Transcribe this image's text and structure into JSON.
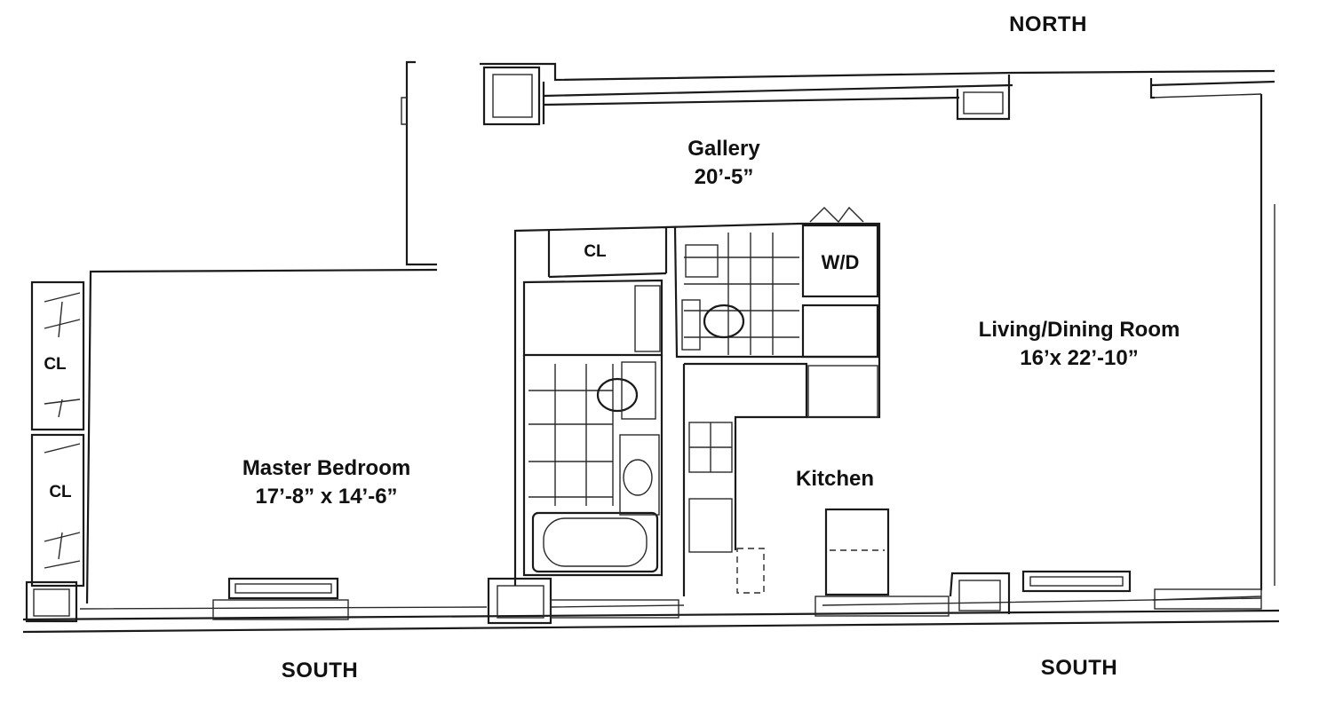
{
  "compass": {
    "north": "NORTH",
    "south_left": "SOUTH",
    "south_right": "SOUTH"
  },
  "rooms": {
    "gallery": {
      "name": "Gallery",
      "dims": "20’-5”"
    },
    "living_dining": {
      "name": "Living/Dining Room",
      "dims": "16’x 22’-10”"
    },
    "master_bedroom": {
      "name": "Master Bedroom",
      "dims": "17’-8” x 14’-6”"
    },
    "kitchen": {
      "name": "Kitchen"
    }
  },
  "closets": {
    "gallery_closet": "CL",
    "bedroom_closet_upper": "CL",
    "bedroom_closet_lower": "CL"
  },
  "laundry": "W/D"
}
